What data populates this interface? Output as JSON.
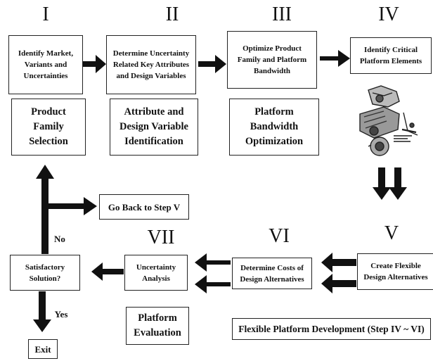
{
  "steps": {
    "I": {
      "numeral": "I",
      "box": "Identify Market,\nVariants and\nUncertainties",
      "caption": "Product\nFamily\nSelection"
    },
    "II": {
      "numeral": "II",
      "box": "Determine Uncertainty\nRelated Key Attributes\nand Design Variables",
      "caption": "Attribute and\nDesign Variable\nIdentification"
    },
    "III": {
      "numeral": "III",
      "box": "Optimize Product\nFamily and Platform\nBandwidth",
      "caption": "Platform\nBandwidth\nOptimization"
    },
    "IV": {
      "numeral": "IV",
      "box": "Identify Critical\nPlatform Elements"
    },
    "V": {
      "numeral": "V",
      "box": "Create Flexible\nDesign Alternatives"
    },
    "VI": {
      "numeral": "VI",
      "box": "Determine Costs of\nDesign Alternatives"
    },
    "VII": {
      "numeral": "VII",
      "box": "Uncertainty\nAnalysis",
      "caption": "Platform\nEvaluation"
    }
  },
  "decision": {
    "box": "Satisfactory\nSolution?",
    "no_label": "No",
    "yes_label": "Yes"
  },
  "exit": "Exit",
  "go_back": "Go Back to Step V",
  "flex_platform": "Flexible Platform Development (Step IV ~ VI)",
  "colors": {
    "stroke": "#222222",
    "arrow": "#111111",
    "background": "#ffffff"
  }
}
